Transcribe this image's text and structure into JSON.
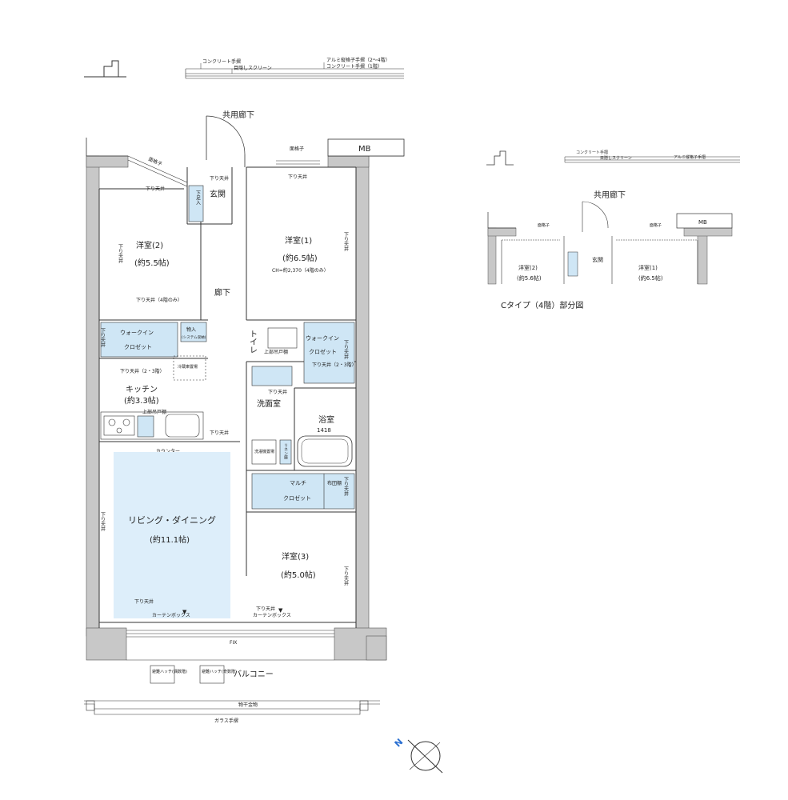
{
  "rooms": {
    "western2": {
      "name": "洋室(2)",
      "size": "(約5.5帖)"
    },
    "western1": {
      "name": "洋室(1)",
      "size": "(約6.5帖)",
      "ch_note": "CH=約2,370（4階のみ）"
    },
    "western3": {
      "name": "洋室(3)",
      "size": "(約5.0帖)"
    },
    "entrance": "玄関",
    "hallway": "廊下",
    "toilet": "トイレ",
    "kitchen": {
      "name": "キッチン",
      "size": "(約3.3帖)"
    },
    "washroom": "洗面室",
    "bathroom": {
      "name": "浴室",
      "code": "1418"
    },
    "living": {
      "name": "リビング・ダイニング",
      "size": "(約11.1帖)"
    },
    "balcony": "バルコニー",
    "common_corridor": "共用廊下",
    "mb": "MB"
  },
  "closets": {
    "walkin_left": {
      "line1": "ウォークイン",
      "line2": "クロゼット"
    },
    "walkin_right": {
      "line1": "ウォークイン",
      "line2": "クロゼット"
    },
    "storage": "物入",
    "storage_note": "(システム収納)",
    "multi": {
      "line1": "マルチ",
      "line2": "クロゼット"
    },
    "futon": "布団棚",
    "shoe": "下足入",
    "linen": "リネン庫",
    "washer": "洗濯機置場",
    "fridge": "冷蔵庫置場"
  },
  "notes": {
    "ceiling": "下り天井",
    "ceiling_4f": "下り天井（4階のみ）",
    "ceiling_23": "下り天井（2・3階）",
    "upper_cabinet": "上部吊戸棚",
    "counter": "カウンター",
    "curtain_box": "カーテンボックス",
    "fix": "FIX",
    "hatch_even": "避難ハッチ(偶数階)",
    "hatch_odd": "避難ハッチ(奇数階)",
    "drying": "物干金物",
    "glass_rail": "ガラス手摺",
    "lattice_grille": "面格子",
    "grille": "面格子",
    "concrete_rail": "コンクリート手摺",
    "blind_screen": "目隠しスクリーン",
    "alu_rail": "アルミ縦格子手摺（2〜4階）",
    "concrete_rail_1f": "コンクリート手摺（1階）",
    "alu_rail_short": "アルミ縦格子手摺"
  },
  "inset": {
    "caption": "Cタイプ（4階）部分図",
    "corridor": "共用廊下",
    "western2": {
      "name": "洋室(2)",
      "size": "(約5.6帖)"
    },
    "western1": {
      "name": "洋室(1)",
      "size": "(約6.5帖)"
    },
    "entrance": "玄関",
    "mb": "MB",
    "grille": "面格子"
  },
  "compass": "N",
  "colors": {
    "wall": "#c8c8c8",
    "closet_blue": "#cfe6f5",
    "living_blue": "#ddeefa",
    "line": "#333333"
  }
}
